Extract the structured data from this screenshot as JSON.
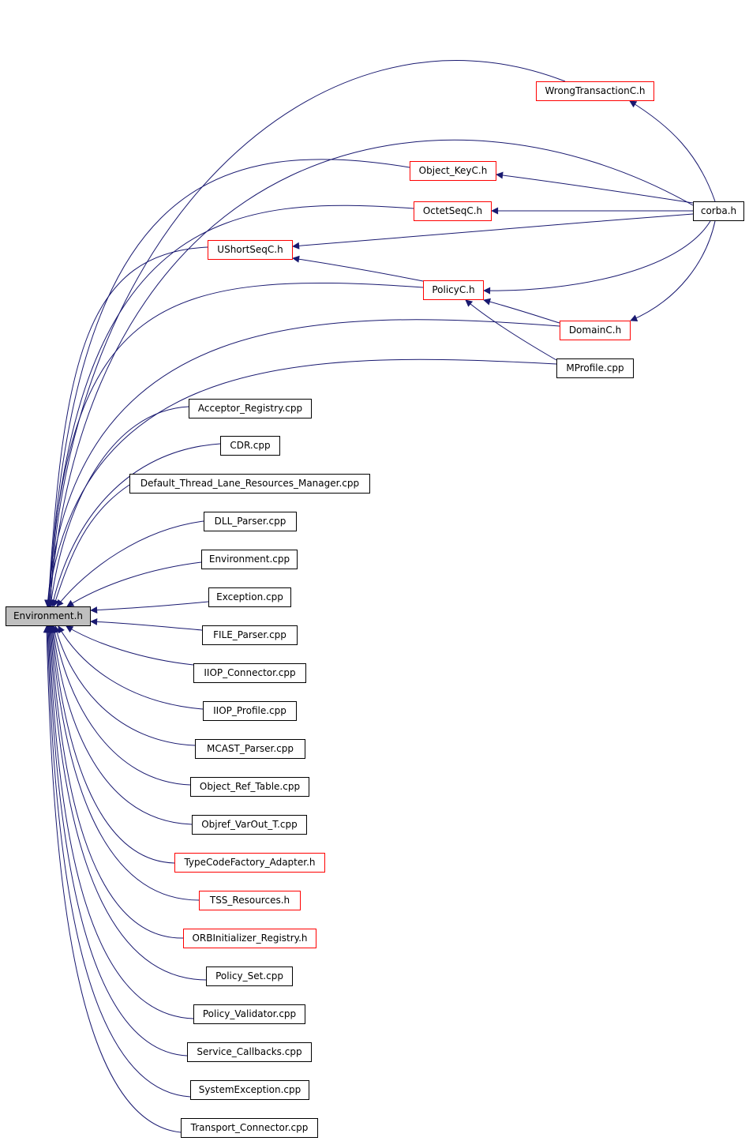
{
  "graph": {
    "colors": {
      "edge": "#191970",
      "node_border": "#000000",
      "node_border_incomplete": "#ff0000",
      "root_fill": "#bfbfbf"
    },
    "root": "Environment.h",
    "nodes": {
      "environment_h": {
        "label": "Environment.h"
      },
      "wrongtransactionc_h": {
        "label": "WrongTransactionC.h"
      },
      "corba_h": {
        "label": "corba.h"
      },
      "object_keyc_h": {
        "label": "Object_KeyC.h"
      },
      "octetseqc_h": {
        "label": "OctetSeqC.h"
      },
      "ushortseqc_h": {
        "label": "UShortSeqC.h"
      },
      "policyc_h": {
        "label": "PolicyC.h"
      },
      "domainc_h": {
        "label": "DomainC.h"
      },
      "mprofile_cpp": {
        "label": "MProfile.cpp"
      },
      "acceptor_registry_cpp": {
        "label": "Acceptor_Registry.cpp"
      },
      "cdr_cpp": {
        "label": "CDR.cpp"
      },
      "default_thread_lane_resources_manager_cpp": {
        "label": "Default_Thread_Lane_Resources_Manager.cpp"
      },
      "dll_parser_cpp": {
        "label": "DLL_Parser.cpp"
      },
      "environment_cpp": {
        "label": "Environment.cpp"
      },
      "exception_cpp": {
        "label": "Exception.cpp"
      },
      "file_parser_cpp": {
        "label": "FILE_Parser.cpp"
      },
      "iiop_connector_cpp": {
        "label": "IIOP_Connector.cpp"
      },
      "iiop_profile_cpp": {
        "label": "IIOP_Profile.cpp"
      },
      "mcast_parser_cpp": {
        "label": "MCAST_Parser.cpp"
      },
      "object_ref_table_cpp": {
        "label": "Object_Ref_Table.cpp"
      },
      "objref_varout_t_cpp": {
        "label": "Objref_VarOut_T.cpp"
      },
      "typecodefactory_adapter_h": {
        "label": "TypeCodeFactory_Adapter.h"
      },
      "tss_resources_h": {
        "label": "TSS_Resources.h"
      },
      "orbinitializer_registry_h": {
        "label": "ORBInitializer_Registry.h"
      },
      "policy_set_cpp": {
        "label": "Policy_Set.cpp"
      },
      "policy_validator_cpp": {
        "label": "Policy_Validator.cpp"
      },
      "service_callbacks_cpp": {
        "label": "Service_Callbacks.cpp"
      },
      "systemexception_cpp": {
        "label": "SystemException.cpp"
      },
      "transport_connector_cpp": {
        "label": "Transport_Connector.cpp"
      }
    },
    "edges": [
      [
        "wrongtransactionc_h",
        "environment_h"
      ],
      [
        "corba_h",
        "environment_h"
      ],
      [
        "object_keyc_h",
        "environment_h"
      ],
      [
        "octetseqc_h",
        "environment_h"
      ],
      [
        "ushortseqc_h",
        "environment_h"
      ],
      [
        "policyc_h",
        "environment_h"
      ],
      [
        "domainc_h",
        "environment_h"
      ],
      [
        "mprofile_cpp",
        "environment_h"
      ],
      [
        "acceptor_registry_cpp",
        "environment_h"
      ],
      [
        "cdr_cpp",
        "environment_h"
      ],
      [
        "default_thread_lane_resources_manager_cpp",
        "environment_h"
      ],
      [
        "dll_parser_cpp",
        "environment_h"
      ],
      [
        "environment_cpp",
        "environment_h"
      ],
      [
        "exception_cpp",
        "environment_h"
      ],
      [
        "file_parser_cpp",
        "environment_h"
      ],
      [
        "iiop_connector_cpp",
        "environment_h"
      ],
      [
        "iiop_profile_cpp",
        "environment_h"
      ],
      [
        "mcast_parser_cpp",
        "environment_h"
      ],
      [
        "object_ref_table_cpp",
        "environment_h"
      ],
      [
        "objref_varout_t_cpp",
        "environment_h"
      ],
      [
        "typecodefactory_adapter_h",
        "environment_h"
      ],
      [
        "tss_resources_h",
        "environment_h"
      ],
      [
        "orbinitializer_registry_h",
        "environment_h"
      ],
      [
        "policy_set_cpp",
        "environment_h"
      ],
      [
        "policy_validator_cpp",
        "environment_h"
      ],
      [
        "service_callbacks_cpp",
        "environment_h"
      ],
      [
        "systemexception_cpp",
        "environment_h"
      ],
      [
        "transport_connector_cpp",
        "environment_h"
      ],
      [
        "corba_h",
        "wrongtransactionc_h"
      ],
      [
        "corba_h",
        "object_keyc_h"
      ],
      [
        "corba_h",
        "octetseqc_h"
      ],
      [
        "corba_h",
        "ushortseqc_h"
      ],
      [
        "corba_h",
        "policyc_h"
      ],
      [
        "corba_h",
        "domainc_h"
      ],
      [
        "policyc_h",
        "ushortseqc_h"
      ],
      [
        "domainc_h",
        "policyc_h"
      ],
      [
        "mprofile_cpp",
        "policyc_h"
      ]
    ]
  }
}
